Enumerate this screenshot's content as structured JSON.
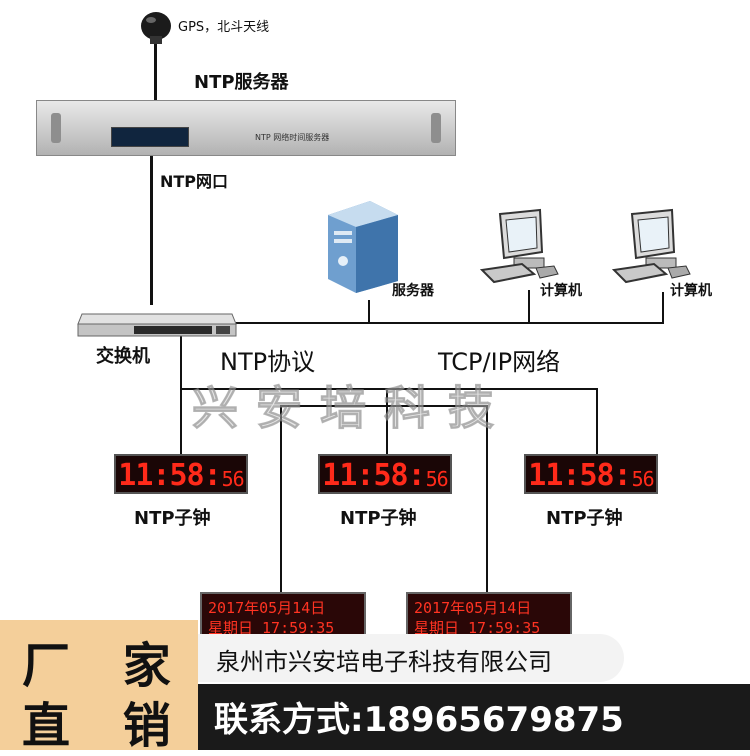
{
  "labels": {
    "gps": "GPS，北斗天线",
    "ntp_server": "NTP服务器",
    "ntp_port": "NTP网口",
    "server": "服务器",
    "computer": "计算机",
    "switch": "交换机",
    "ntp_protocol": "NTP协议",
    "tcpip": "TCP/IP网络",
    "watermark": "兴安培科技",
    "ntp_child_clock": "NTP子钟",
    "device_panel_text": "NTP 网络时间服务器"
  },
  "clocks": [
    {
      "hm": "11:58:",
      "ss": "56"
    },
    {
      "hm": "11:58:",
      "ss": "56"
    },
    {
      "hm": "11:58:",
      "ss": "56"
    }
  ],
  "date_displays": [
    {
      "line1": "2017年05月14日",
      "line2": "星期日 17:59:35"
    },
    {
      "line1": "2017年05月14日",
      "line2": "星期日 17:59:35"
    }
  ],
  "footer": {
    "badge_line1": "厂 家",
    "badge_line2": "直 销",
    "company": "泉州市兴安培电子科技有限公司",
    "contact": "联系方式:18965679875"
  },
  "colors": {
    "led_red": "#ff2a1a",
    "footer_badge": "#f4cf9a",
    "footer_dark": "#1a1a1a"
  }
}
